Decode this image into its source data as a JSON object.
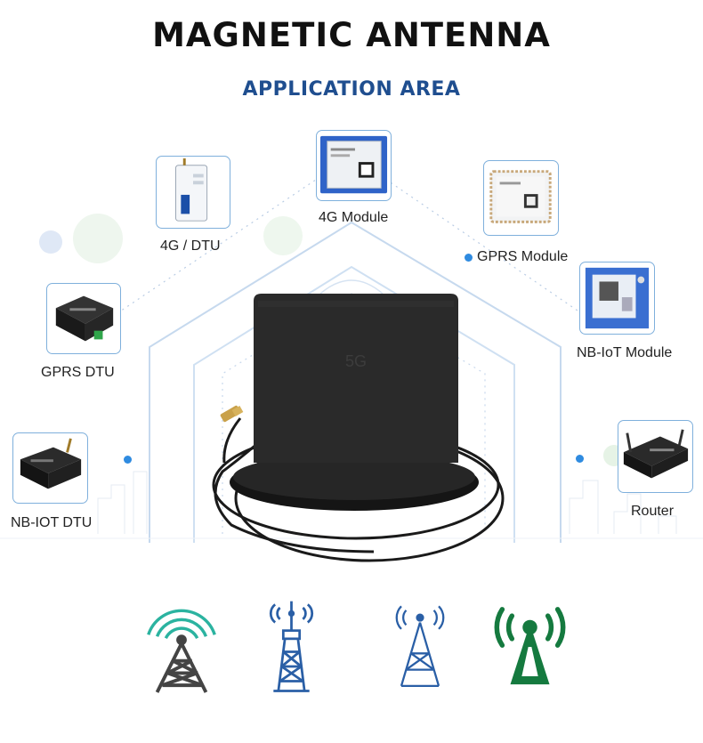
{
  "header": {
    "title": "MAGNETIC ANTENNA",
    "subtitle": "APPLICATION AREA"
  },
  "devices": [
    {
      "key": "4g-dtu",
      "label": "4G / DTU"
    },
    {
      "key": "4g-module",
      "label": "4G Module"
    },
    {
      "key": "gprs-module",
      "label": "GPRS Module"
    },
    {
      "key": "gprs-dtu",
      "label": "GPRS DTU"
    },
    {
      "key": "nb-iot-module",
      "label": "NB-IoT Module"
    },
    {
      "key": "nb-iot-dtu",
      "label": "NB-IOT DTU"
    },
    {
      "key": "router",
      "label": "Router"
    }
  ],
  "product": {
    "badge": "5G"
  },
  "icons": [
    "signal-tower-icon",
    "radio-tower-icon",
    "cell-tower-icon",
    "wireless-tower-icon"
  ],
  "colors": {
    "title": "#111111",
    "subtitle": "#1f4e8f",
    "card_border": "#7fb0dc",
    "dot": "#2f8be0",
    "tower_gray": "#444444",
    "tower_blue": "#2a5fa6",
    "tower_green": "#157a3f",
    "tower_teal": "#2bb3a0"
  }
}
